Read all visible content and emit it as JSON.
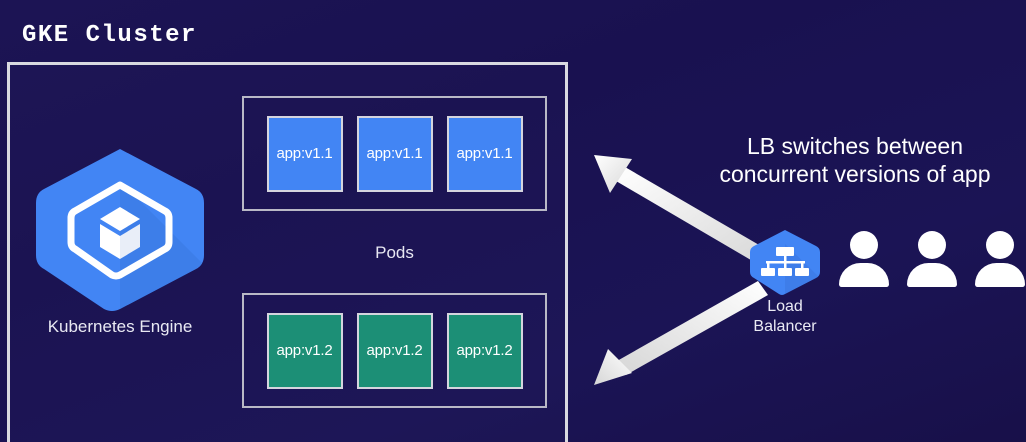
{
  "diagram": {
    "title": "GKE Cluster",
    "background_color": "#1a1350",
    "accent_blue": "#4285f4",
    "accent_green": "#1c8f76",
    "border_color": "#d9d9e0"
  },
  "cluster": {
    "label": "GKE Cluster",
    "engine": {
      "label": "Kubernetes Engine",
      "icon": "kubernetes-engine-hexagon-icon",
      "color": "#4285f4"
    },
    "pods_label": "Pods",
    "pod_groups": [
      {
        "version": "v1.1",
        "color": "#4285f4",
        "pods": [
          {
            "label": "app:v1.1"
          },
          {
            "label": "app:v1.1"
          },
          {
            "label": "app:v1.1"
          }
        ]
      },
      {
        "version": "v1.2",
        "color": "#1c8f76",
        "pods": [
          {
            "label": "app:v1.2"
          },
          {
            "label": "app:v1.2"
          },
          {
            "label": "app:v1.2"
          }
        ]
      }
    ]
  },
  "load_balancer": {
    "icon": "load-balancer-hexagon-icon",
    "label_line1": "Load",
    "label_line2": "Balancer",
    "color": "#4285f4"
  },
  "caption": {
    "line1": "LB switches between",
    "line2": "concurrent versions of app"
  },
  "users": [
    {
      "name": "user-1"
    },
    {
      "name": "user-2"
    },
    {
      "name": "user-3"
    }
  ],
  "arrows": [
    {
      "name": "arrow-to-v1-1-pods",
      "direction": "up-left",
      "color": "#ffffff"
    },
    {
      "name": "arrow-to-v1-2-pods",
      "direction": "down-left",
      "color": "#e8e8e8"
    }
  ]
}
